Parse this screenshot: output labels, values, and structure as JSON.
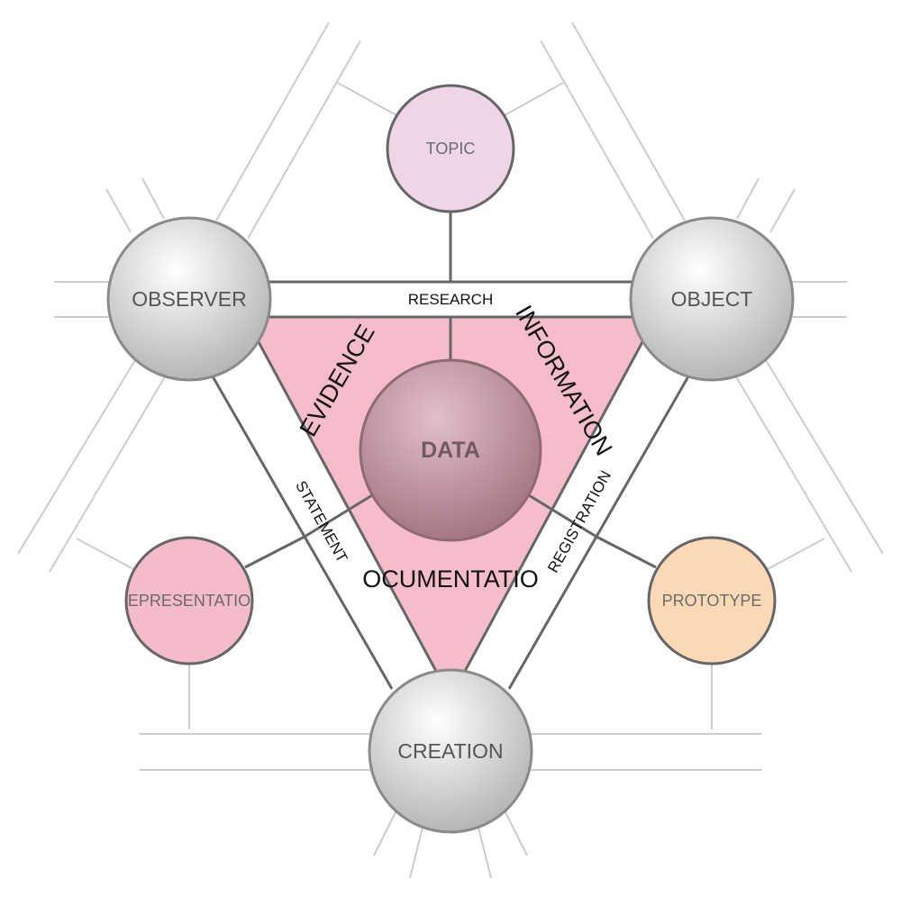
{
  "nodes": {
    "observer": "OBSERVER",
    "object": "OBJECT",
    "creation": "CREATION",
    "topic": "TOPIC",
    "representation": "EPRESENTATIO",
    "prototype": "PROTOTYPE",
    "data": "DATA"
  },
  "edges": {
    "research": "RESEARCH",
    "statement": "STATEMENT",
    "registration": "REGISTRATION"
  },
  "relations": {
    "evidence": "EVIDENCE",
    "information": "INFORMATION",
    "documentation": "OCUMENTATIO"
  },
  "colors": {
    "triangle_fill": "#f5bccb",
    "topic_fill": "#eed6e8",
    "representation_fill": "#f4bccb",
    "prototype_fill": "#fbd9b6",
    "sphere_light": "#ffffff",
    "sphere_dark": "#b4b4b4",
    "data_light": "#e3bfca",
    "data_dark": "#a2727f",
    "stroke": "#666666",
    "light_line": "#cccccc"
  }
}
